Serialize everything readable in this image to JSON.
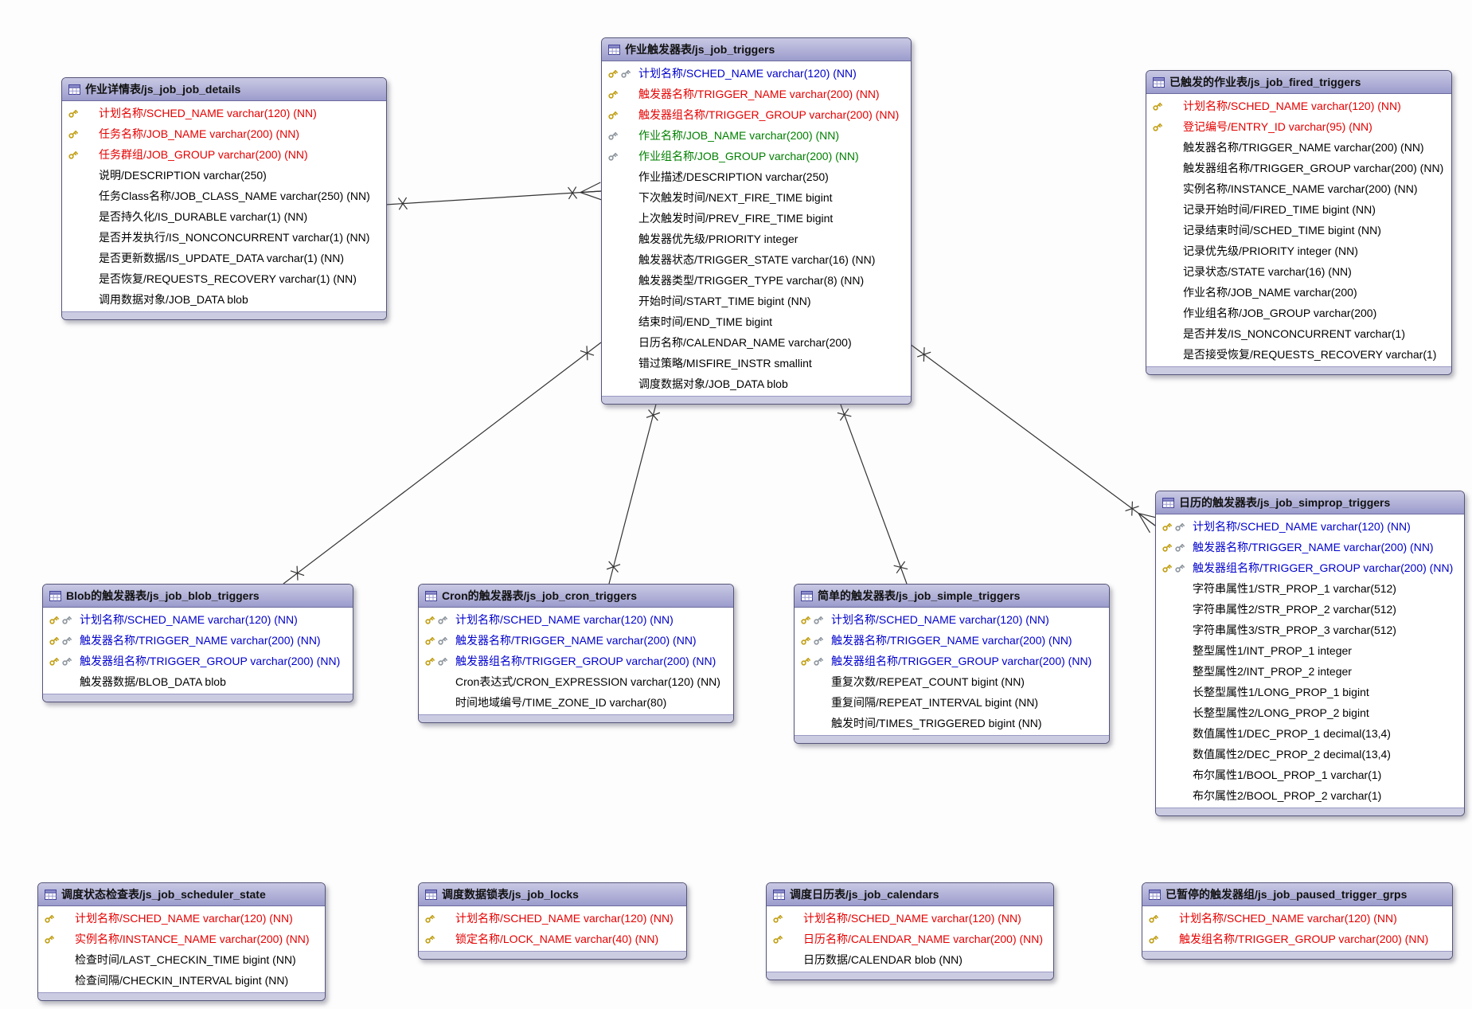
{
  "palette": {
    "header_fill": "#9c9ccd",
    "primary_key_text": "#e60000",
    "primary_foreign_key_text": "#0000cc",
    "foreign_key_text": "#008000",
    "field_text": "#000000",
    "gold_key_icon": "#c2a017",
    "silver_key_icon": "#8f979f",
    "line_color": "#333333"
  },
  "tables": [
    {
      "id": "js_job_job_details",
      "title": "作业详情表/js_job_job_details",
      "fields": [
        {
          "label": "计划名称/SCHED_NAME varchar(120) (NN)",
          "role": "primary-key",
          "icons": [
            "gold-key-icon"
          ]
        },
        {
          "label": "任务名称/JOB_NAME varchar(200) (NN)",
          "role": "primary-key",
          "icons": [
            "gold-key-icon"
          ]
        },
        {
          "label": "任务群组/JOB_GROUP varchar(200) (NN)",
          "role": "primary-key",
          "icons": [
            "gold-key-icon"
          ]
        },
        {
          "label": "说明/DESCRIPTION varchar(250)",
          "role": "regular",
          "icons": []
        },
        {
          "label": "任务Class名称/JOB_CLASS_NAME varchar(250) (NN)",
          "role": "regular",
          "icons": []
        },
        {
          "label": "是否持久化/IS_DURABLE varchar(1) (NN)",
          "role": "regular",
          "icons": []
        },
        {
          "label": "是否并发执行/IS_NONCONCURRENT varchar(1) (NN)",
          "role": "regular",
          "icons": []
        },
        {
          "label": "是否更新数据/IS_UPDATE_DATA varchar(1) (NN)",
          "role": "regular",
          "icons": []
        },
        {
          "label": "是否恢复/REQUESTS_RECOVERY varchar(1) (NN)",
          "role": "regular",
          "icons": []
        },
        {
          "label": "调用数据对象/JOB_DATA blob",
          "role": "regular",
          "icons": []
        }
      ]
    },
    {
      "id": "js_job_triggers",
      "title": "作业触发器表/js_job_triggers",
      "fields": [
        {
          "label": "计划名称/SCHED_NAME varchar(120) (NN)",
          "role": "primary-foreign-key",
          "icons": [
            "gold-key-icon",
            "silver-key-icon"
          ]
        },
        {
          "label": "触发器名称/TRIGGER_NAME varchar(200) (NN)",
          "role": "primary-key",
          "icons": [
            "gold-key-icon"
          ]
        },
        {
          "label": "触发器组名称/TRIGGER_GROUP varchar(200) (NN)",
          "role": "primary-key",
          "icons": [
            "gold-key-icon"
          ]
        },
        {
          "label": "作业名称/JOB_NAME varchar(200) (NN)",
          "role": "foreign-key",
          "icons": [
            "silver-key-icon"
          ]
        },
        {
          "label": "作业组名称/JOB_GROUP varchar(200) (NN)",
          "role": "foreign-key",
          "icons": [
            "silver-key-icon"
          ]
        },
        {
          "label": "作业描述/DESCRIPTION varchar(250)",
          "role": "regular",
          "icons": []
        },
        {
          "label": "下次触发时间/NEXT_FIRE_TIME bigint",
          "role": "regular",
          "icons": []
        },
        {
          "label": "上次触发时间/PREV_FIRE_TIME bigint",
          "role": "regular",
          "icons": []
        },
        {
          "label": "触发器优先级/PRIORITY integer",
          "role": "regular",
          "icons": []
        },
        {
          "label": "触发器状态/TRIGGER_STATE varchar(16) (NN)",
          "role": "regular",
          "icons": []
        },
        {
          "label": "触发器类型/TRIGGER_TYPE varchar(8) (NN)",
          "role": "regular",
          "icons": []
        },
        {
          "label": "开始时间/START_TIME bigint (NN)",
          "role": "regular",
          "icons": []
        },
        {
          "label": "结束时间/END_TIME bigint",
          "role": "regular",
          "icons": []
        },
        {
          "label": "日历名称/CALENDAR_NAME varchar(200)",
          "role": "regular",
          "icons": []
        },
        {
          "label": "错过策略/MISFIRE_INSTR smallint",
          "role": "regular",
          "icons": []
        },
        {
          "label": "调度数据对象/JOB_DATA blob",
          "role": "regular",
          "icons": []
        }
      ]
    },
    {
      "id": "js_job_fired_triggers",
      "title": "已触发的作业表/js_job_fired_triggers",
      "fields": [
        {
          "label": "计划名称/SCHED_NAME varchar(120) (NN)",
          "role": "primary-key",
          "icons": [
            "gold-key-icon"
          ]
        },
        {
          "label": "登记编号/ENTRY_ID varchar(95) (NN)",
          "role": "primary-key",
          "icons": [
            "gold-key-icon"
          ]
        },
        {
          "label": "触发器名称/TRIGGER_NAME varchar(200) (NN)",
          "role": "regular",
          "icons": []
        },
        {
          "label": "触发器组名称/TRIGGER_GROUP varchar(200) (NN)",
          "role": "regular",
          "icons": []
        },
        {
          "label": "实例名称/INSTANCE_NAME varchar(200) (NN)",
          "role": "regular",
          "icons": []
        },
        {
          "label": "记录开始时间/FIRED_TIME bigint (NN)",
          "role": "regular",
          "icons": []
        },
        {
          "label": "记录结束时间/SCHED_TIME bigint (NN)",
          "role": "regular",
          "icons": []
        },
        {
          "label": "记录优先级/PRIORITY integer (NN)",
          "role": "regular",
          "icons": []
        },
        {
          "label": "记录状态/STATE varchar(16) (NN)",
          "role": "regular",
          "icons": []
        },
        {
          "label": "作业名称/JOB_NAME varchar(200)",
          "role": "regular",
          "icons": []
        },
        {
          "label": "作业组名称/JOB_GROUP varchar(200)",
          "role": "regular",
          "icons": []
        },
        {
          "label": "是否并发/IS_NONCONCURRENT varchar(1)",
          "role": "regular",
          "icons": []
        },
        {
          "label": "是否接受恢复/REQUESTS_RECOVERY varchar(1)",
          "role": "regular",
          "icons": []
        }
      ]
    },
    {
      "id": "js_job_blob_triggers",
      "title": "Blob的触发器表/js_job_blob_triggers",
      "fields": [
        {
          "label": "计划名称/SCHED_NAME varchar(120) (NN)",
          "role": "primary-foreign-key",
          "icons": [
            "gold-key-icon",
            "silver-key-icon"
          ]
        },
        {
          "label": "触发器名称/TRIGGER_NAME varchar(200) (NN)",
          "role": "primary-foreign-key",
          "icons": [
            "gold-key-icon",
            "silver-key-icon"
          ]
        },
        {
          "label": "触发器组名称/TRIGGER_GROUP varchar(200) (NN)",
          "role": "primary-foreign-key",
          "icons": [
            "gold-key-icon",
            "silver-key-icon"
          ]
        },
        {
          "label": "触发器数据/BLOB_DATA blob",
          "role": "regular",
          "icons": []
        }
      ]
    },
    {
      "id": "js_job_cron_triggers",
      "title": "Cron的触发器表/js_job_cron_triggers",
      "fields": [
        {
          "label": "计划名称/SCHED_NAME varchar(120) (NN)",
          "role": "primary-foreign-key",
          "icons": [
            "gold-key-icon",
            "silver-key-icon"
          ]
        },
        {
          "label": "触发器名称/TRIGGER_NAME varchar(200) (NN)",
          "role": "primary-foreign-key",
          "icons": [
            "gold-key-icon",
            "silver-key-icon"
          ]
        },
        {
          "label": "触发器组名称/TRIGGER_GROUP varchar(200) (NN)",
          "role": "primary-foreign-key",
          "icons": [
            "gold-key-icon",
            "silver-key-icon"
          ]
        },
        {
          "label": "Cron表达式/CRON_EXPRESSION varchar(120) (NN)",
          "role": "regular",
          "icons": []
        },
        {
          "label": "时间地域编号/TIME_ZONE_ID varchar(80)",
          "role": "regular",
          "icons": []
        }
      ]
    },
    {
      "id": "js_job_simple_triggers",
      "title": "简单的触发器表/js_job_simple_triggers",
      "fields": [
        {
          "label": "计划名称/SCHED_NAME varchar(120) (NN)",
          "role": "primary-foreign-key",
          "icons": [
            "gold-key-icon",
            "silver-key-icon"
          ]
        },
        {
          "label": "触发器名称/TRIGGER_NAME varchar(200) (NN)",
          "role": "primary-foreign-key",
          "icons": [
            "gold-key-icon",
            "silver-key-icon"
          ]
        },
        {
          "label": "触发器组名称/TRIGGER_GROUP varchar(200) (NN)",
          "role": "primary-foreign-key",
          "icons": [
            "gold-key-icon",
            "silver-key-icon"
          ]
        },
        {
          "label": "重复次数/REPEAT_COUNT bigint (NN)",
          "role": "regular",
          "icons": []
        },
        {
          "label": "重复间隔/REPEAT_INTERVAL bigint (NN)",
          "role": "regular",
          "icons": []
        },
        {
          "label": "触发时间/TIMES_TRIGGERED bigint (NN)",
          "role": "regular",
          "icons": []
        }
      ]
    },
    {
      "id": "js_job_simprop_triggers",
      "title": "日历的触发器表/js_job_simprop_triggers",
      "fields": [
        {
          "label": "计划名称/SCHED_NAME varchar(120) (NN)",
          "role": "primary-foreign-key",
          "icons": [
            "gold-key-icon",
            "silver-key-icon"
          ]
        },
        {
          "label": "触发器名称/TRIGGER_NAME varchar(200) (NN)",
          "role": "primary-foreign-key",
          "icons": [
            "gold-key-icon",
            "silver-key-icon"
          ]
        },
        {
          "label": "触发器组名称/TRIGGER_GROUP varchar(200) (NN)",
          "role": "primary-foreign-key",
          "icons": [
            "gold-key-icon",
            "silver-key-icon"
          ]
        },
        {
          "label": "字符串属性1/STR_PROP_1 varchar(512)",
          "role": "regular",
          "icons": []
        },
        {
          "label": "字符串属性2/STR_PROP_2 varchar(512)",
          "role": "regular",
          "icons": []
        },
        {
          "label": "字符串属性3/STR_PROP_3 varchar(512)",
          "role": "regular",
          "icons": []
        },
        {
          "label": "整型属性1/INT_PROP_1 integer",
          "role": "regular",
          "icons": []
        },
        {
          "label": "整型属性2/INT_PROP_2 integer",
          "role": "regular",
          "icons": []
        },
        {
          "label": "长整型属性1/LONG_PROP_1 bigint",
          "role": "regular",
          "icons": []
        },
        {
          "label": "长整型属性2/LONG_PROP_2 bigint",
          "role": "regular",
          "icons": []
        },
        {
          "label": "数值属性1/DEC_PROP_1 decimal(13,4)",
          "role": "regular",
          "icons": []
        },
        {
          "label": "数值属性2/DEC_PROP_2 decimal(13,4)",
          "role": "regular",
          "icons": []
        },
        {
          "label": "布尔属性1/BOOL_PROP_1 varchar(1)",
          "role": "regular",
          "icons": []
        },
        {
          "label": "布尔属性2/BOOL_PROP_2 varchar(1)",
          "role": "regular",
          "icons": []
        }
      ]
    },
    {
      "id": "js_job_scheduler_state",
      "title": "调度状态检查表/js_job_scheduler_state",
      "fields": [
        {
          "label": "计划名称/SCHED_NAME varchar(120) (NN)",
          "role": "primary-key",
          "icons": [
            "gold-key-icon"
          ]
        },
        {
          "label": "实例名称/INSTANCE_NAME varchar(200) (NN)",
          "role": "primary-key",
          "icons": [
            "gold-key-icon"
          ]
        },
        {
          "label": "检查时间/LAST_CHECKIN_TIME bigint (NN)",
          "role": "regular",
          "icons": []
        },
        {
          "label": "检查间隔/CHECKIN_INTERVAL bigint (NN)",
          "role": "regular",
          "icons": []
        }
      ]
    },
    {
      "id": "js_job_locks",
      "title": "调度数据锁表/js_job_locks",
      "fields": [
        {
          "label": "计划名称/SCHED_NAME varchar(120) (NN)",
          "role": "primary-key",
          "icons": [
            "gold-key-icon"
          ]
        },
        {
          "label": "锁定名称/LOCK_NAME varchar(40) (NN)",
          "role": "primary-key",
          "icons": [
            "gold-key-icon"
          ]
        }
      ]
    },
    {
      "id": "js_job_calendars",
      "title": "调度日历表/js_job_calendars",
      "fields": [
        {
          "label": "计划名称/SCHED_NAME varchar(120) (NN)",
          "role": "primary-key",
          "icons": [
            "gold-key-icon"
          ]
        },
        {
          "label": "日历名称/CALENDAR_NAME varchar(200) (NN)",
          "role": "primary-key",
          "icons": [
            "gold-key-icon"
          ]
        },
        {
          "label": "日历数据/CALENDAR blob (NN)",
          "role": "regular",
          "icons": []
        }
      ]
    },
    {
      "id": "js_job_paused_trigger_grps",
      "title": "已暂停的触发器组/js_job_paused_trigger_grps",
      "fields": [
        {
          "label": "计划名称/SCHED_NAME varchar(120) (NN)",
          "role": "primary-key",
          "icons": [
            "gold-key-icon"
          ]
        },
        {
          "label": "触发组名称/TRIGGER_GROUP varchar(200) (NN)",
          "role": "primary-key",
          "icons": [
            "gold-key-icon"
          ]
        }
      ]
    }
  ],
  "relationships": [
    {
      "from": "js_job_job_details",
      "to": "js_job_triggers"
    },
    {
      "from": "js_job_triggers",
      "to": "js_job_blob_triggers"
    },
    {
      "from": "js_job_triggers",
      "to": "js_job_cron_triggers"
    },
    {
      "from": "js_job_triggers",
      "to": "js_job_simple_triggers"
    },
    {
      "from": "js_job_triggers",
      "to": "js_job_simprop_triggers"
    }
  ]
}
